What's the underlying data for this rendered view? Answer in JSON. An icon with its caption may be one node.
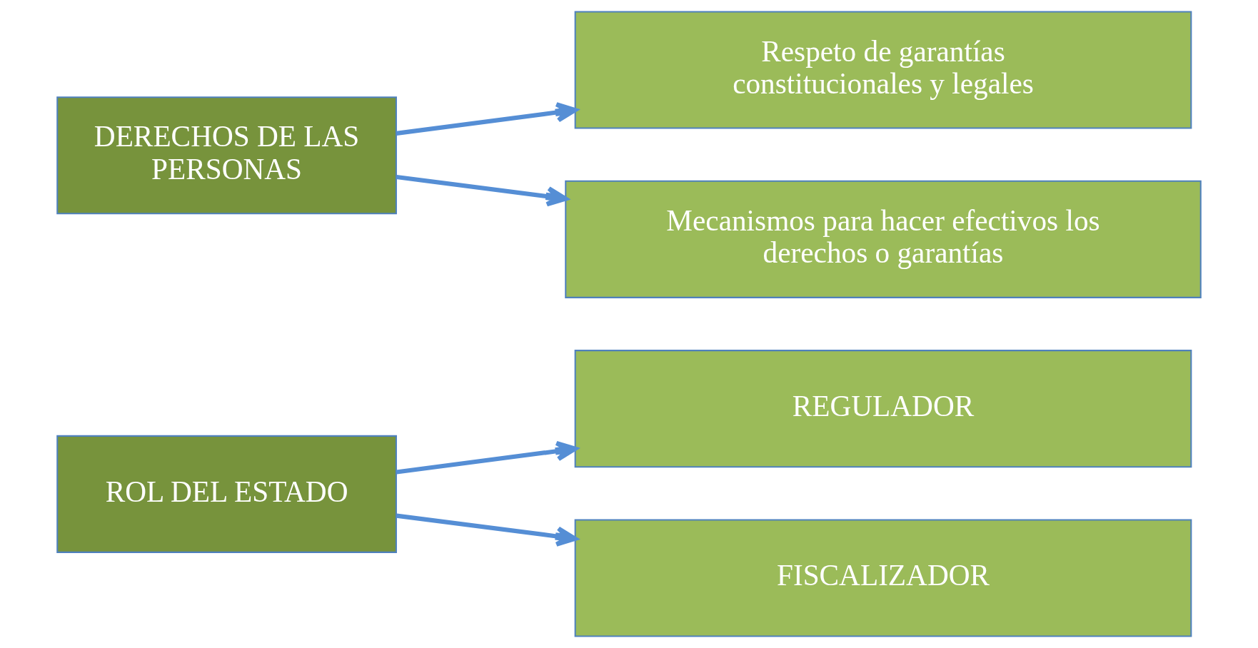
{
  "diagram": {
    "nodes": [
      {
        "text": [
          "ROL DEL ESTADO"
        ]
      },
      {
        "text": [
          "REGULADOR"
        ]
      },
      {
        "text": [
          "FISCALIZADOR"
        ]
      },
      {
        "text": [
          "DERECHOS DE LAS PERSONAS"
        ]
      },
      {
        "text": [
          "Respeto de garantías constitucionales y legales"
        ]
      },
      {
        "text": [
          "Mecanismos para hacer efectivos los derechos o garantías"
        ]
      }
    ],
    "edges": [
      {
        "from": 0,
        "to": 1,
        "arrow": "to"
      },
      {
        "from": 0,
        "to": 2,
        "arrow": "to"
      },
      {
        "from": 3,
        "to": 4,
        "arrow": "to"
      },
      {
        "from": 3,
        "to": 5,
        "arrow": "to"
      }
    ]
  }
}
